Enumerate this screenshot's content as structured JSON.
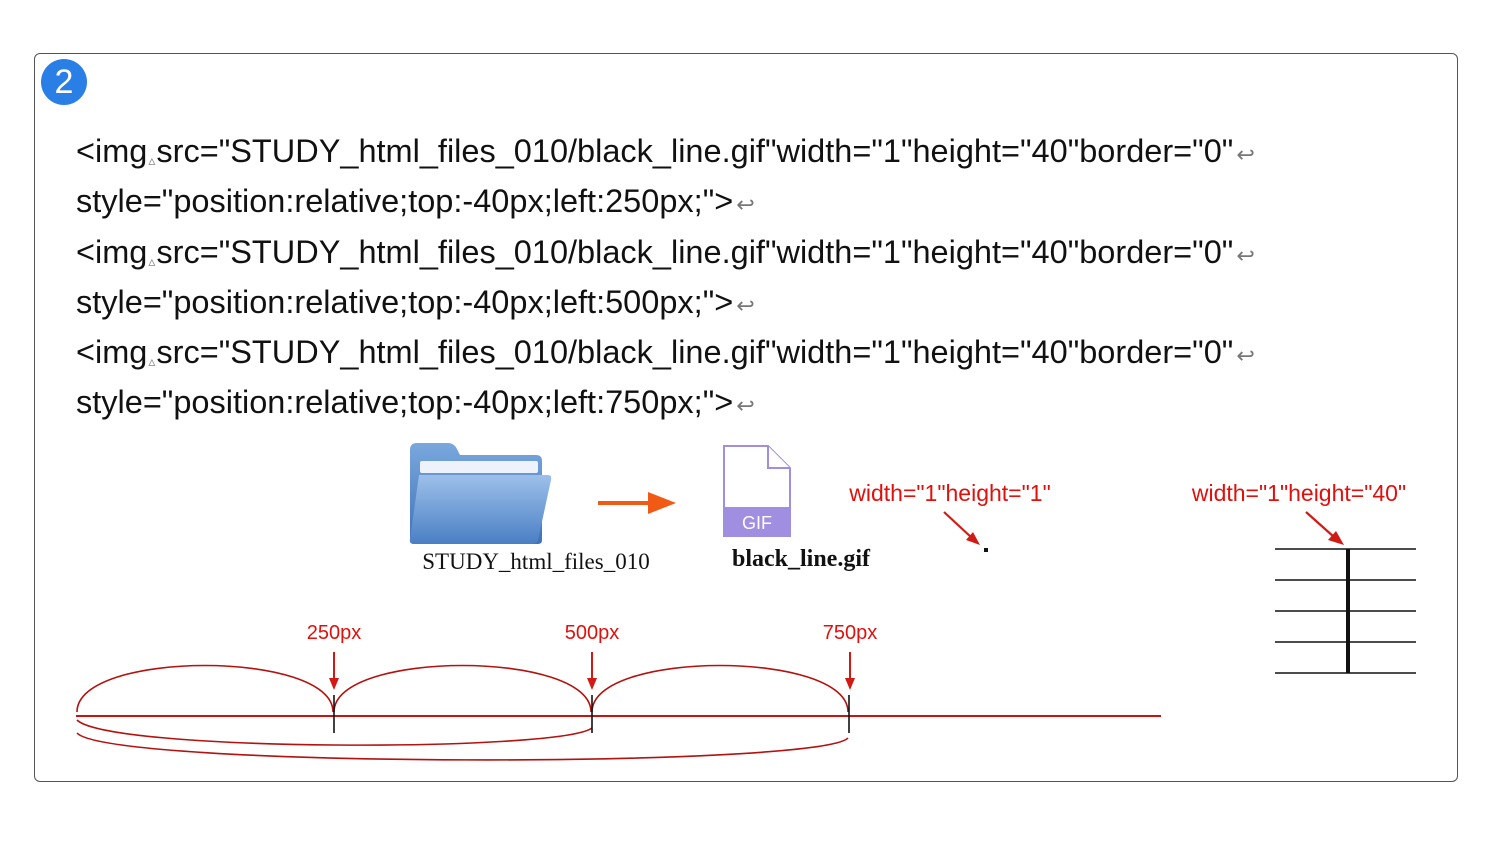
{
  "badge": {
    "number": "2"
  },
  "code_lines": [
    {
      "text": "<img",
      "text2": "src=\"STUDY_html_files_010/black_line.gif\"width=\"1\"height=\"40\"border=\"0\"",
      "ret": true
    },
    {
      "text": "style=\"position:relative;top:-40px;left:250px;\">",
      "ret": true
    },
    {
      "text": "<img",
      "text2": "src=\"STUDY_html_files_010/black_line.gif\"width=\"1\"height=\"40\"border=\"0\"",
      "ret": true
    },
    {
      "text": "style=\"position:relative;top:-40px;left:500px;\">",
      "ret": true
    },
    {
      "text": "<img",
      "text2": "src=\"STUDY_html_files_010/black_line.gif\"width=\"1\"height=\"40\"border=\"0\"",
      "ret": true
    },
    {
      "text": "style=\"position:relative;top:-40px;left:750px;\">",
      "ret": true
    }
  ],
  "folder": {
    "label": "STUDY_html_files_010",
    "icon": "folder-icon",
    "color": "#5b8fd0"
  },
  "gif_file": {
    "label": "black_line.gif",
    "badge": "GIF",
    "icon": "gif-file-icon",
    "color": "#a08ee0"
  },
  "annotations": {
    "one_by_one": "width=\"1\"height=\"1\"",
    "one_by_forty": "width=\"1\"height=\"40\""
  },
  "offsets": [
    {
      "label": "250px",
      "value": 250
    },
    {
      "label": "500px",
      "value": 500
    },
    {
      "label": "750px",
      "value": 750
    }
  ],
  "colors": {
    "accent_red": "#d11a16",
    "badge_blue": "#2a7fe6",
    "arrow_orange": "#f05a14"
  }
}
